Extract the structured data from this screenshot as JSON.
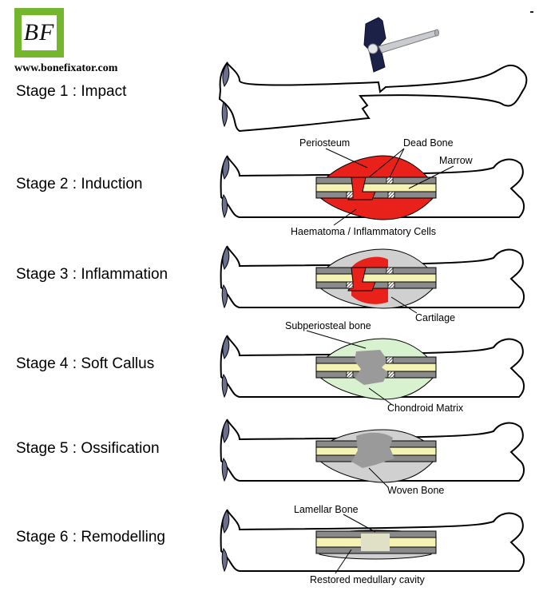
{
  "logo": {
    "text": "BF",
    "brand_color": "#74b72e"
  },
  "site_url": "www.bonefixator.com",
  "colors": {
    "haematoma": "#e8221b",
    "marrow": "#f5f3b4",
    "cortex": "#8a8a8a",
    "cartilage_ring": "#d0d0d0",
    "soft_callus": "#d8f2cf",
    "woven_bone": "#9a9a9a",
    "bone_outline": "#000000",
    "joint": "#6a6f8e",
    "hammer_head": "#1b2147"
  },
  "stages": [
    {
      "label": "Stage 1 : Impact"
    },
    {
      "label": "Stage 2 : Induction"
    },
    {
      "label": "Stage 3 : Inflammation"
    },
    {
      "label": "Stage 4 : Soft Callus"
    },
    {
      "label": "Stage 5 : Ossification"
    },
    {
      "label": "Stage 6 : Remodelling"
    }
  ],
  "annotations": {
    "periosteum": "Periosteum",
    "dead_bone": "Dead Bone",
    "marrow": "Marrow",
    "haematoma": "Haematoma / Inflammatory Cells",
    "cartilage": "Cartilage",
    "subperiosteal_bone": "Subperiosteal bone",
    "chondroid_matrix": "Chondroid Matrix",
    "woven_bone": "Woven Bone",
    "lamellar_bone": "Lamellar Bone",
    "restored_cavity": "Restored medullary cavity"
  }
}
